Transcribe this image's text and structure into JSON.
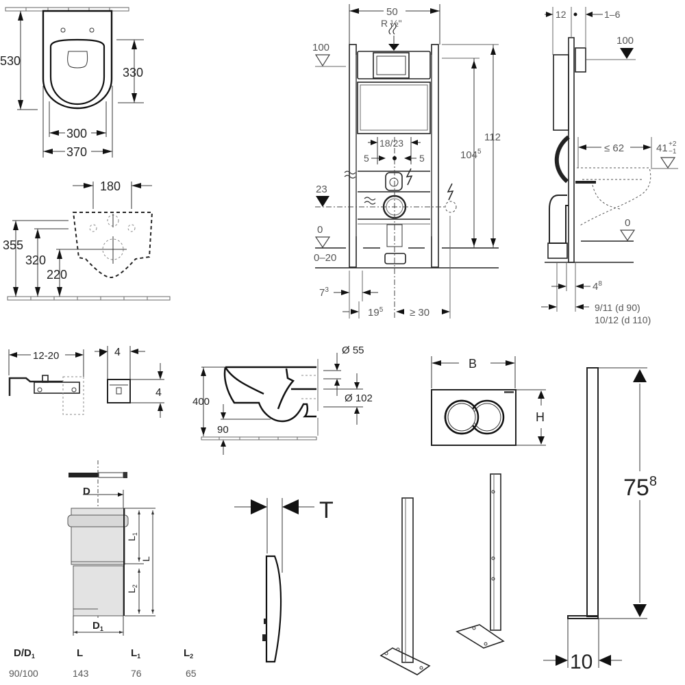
{
  "sheet": {
    "toilet_top_view": {
      "overall_length": "530",
      "seat_length": "330",
      "inner_width": "300",
      "outer_width": "370"
    },
    "toilet_rear_view": {
      "fixing_spacing": "180",
      "height_1": "355",
      "height_2": "320",
      "height_3": "220"
    },
    "frame_front_view": {
      "width": "50",
      "water_connection": "R ½\"",
      "level_top": "100",
      "height_total": "112",
      "height_cistern_base": "104",
      "height_cistern_sup": "5",
      "bracket_spacing": "18/23",
      "offset_left": "5",
      "offset_right": "5",
      "level_outlet": "23",
      "level_floor": "0",
      "floor_adjust": "0–20",
      "foot_offset_base": "7",
      "foot_offset_sup": "3",
      "center_offset_base": "19",
      "center_offset_sup": "5",
      "min_power_offset": "≥ 30"
    },
    "frame_side_view": {
      "depth": "12",
      "wall_gap": "1–6",
      "level_top": "100",
      "max_projection": "≤ 62",
      "bowl_height_base": "41",
      "bowl_height_tol_plus": "+2",
      "bowl_height_tol_minus": "−1",
      "level_floor": "0",
      "foot_depth_base": "4",
      "foot_depth_sup": "8",
      "outlet_offset_d90": "9/11   (d 90)",
      "outlet_offset_d110": "10/12 (d 110)"
    },
    "wall_bracket": {
      "adjust_range": "12-20",
      "width": "4",
      "height": "4"
    },
    "toilet_side_view": {
      "height": "400",
      "inlet_diameter": "Ø 55",
      "outlet_diameter": "Ø 102",
      "bottom_clearance": "90"
    },
    "flush_plate": {
      "width_label": "B",
      "height_label": "H"
    },
    "flush_plate_profile": {
      "thickness_label": "T"
    },
    "connector_pipe": {
      "label_d": "D",
      "label_d1_base": "D",
      "label_d1_sub": "1",
      "label_l": "L",
      "label_l1_base": "L",
      "label_l1_sub": "1",
      "label_l2_base": "L",
      "label_l2_sub": "2",
      "table": {
        "headers": [
          {
            "base": "D/D",
            "sub": "1"
          },
          {
            "base": "L",
            "sub": ""
          },
          {
            "base": "L",
            "sub": "1"
          },
          {
            "base": "L",
            "sub": "2"
          }
        ],
        "rows": [
          [
            "90/100",
            "143",
            "76",
            "65"
          ]
        ]
      }
    },
    "support_legs": {
      "height_base": "75",
      "height_sup": "8",
      "foot_width": "10"
    }
  }
}
